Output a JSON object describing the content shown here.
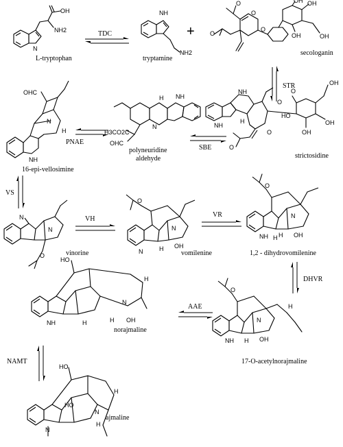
{
  "compounds": {
    "l_tryptophan": "L-tryptophan",
    "tryptamine": "tryptamine",
    "secologanin": "secologanin",
    "strictosidine": "strictosidine",
    "polyneuridine_aldehyde_l1": "polyneuridine",
    "polyneuridine_aldehyde_l2": "aldehyde",
    "epi_vellosimine": "16-epi-vellosimine",
    "vinorine": "vinorine",
    "vomilenine": "vomilenine",
    "dihydrovomilenine": "1,2 - dihydrovomilenine",
    "acetylnorajmaline": "17-O-acetylnorajmaline",
    "norajmaline": "norajmaline",
    "ajmaline": "ajmaline"
  },
  "enzymes": {
    "tdc": "TDC",
    "str": "STR",
    "sbe": "SBE",
    "pnae": "PNAE",
    "vs": "VS",
    "vh": "VH",
    "vr": "VR",
    "dhvr": "DHVR",
    "aae": "AAE",
    "namt": "NAMT"
  },
  "operators": {
    "plus": "+"
  },
  "atom_labels": {
    "oh": "OH",
    "nh2": "NH2",
    "n": "N",
    "nh": "NH",
    "h": "H",
    "o": "O",
    "ho": "HO",
    "oh_small": "OH",
    "ohc": "OHC",
    "h3co2c": "H3CO2C",
    "ohc_short": "OHC",
    "ho_ring": "HO"
  }
}
